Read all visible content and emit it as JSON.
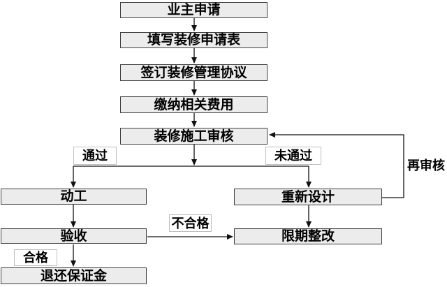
{
  "flowchart": {
    "nodes": {
      "owner_application": "业主申请",
      "fill_form": "填写装修申请表",
      "sign_agreement": "签订装修管理协议",
      "pay_fees": "缴纳相关费用",
      "construction_review": "装修施工审核",
      "start_work": "动工",
      "redesign": "重新设计",
      "acceptance": "验收",
      "rectification": "限期整改",
      "refund_deposit": "退还保证金"
    },
    "edge_labels": {
      "pass": "通过",
      "not_pass": "未通过",
      "re_review": "再审核",
      "unqualified": "不合格",
      "qualified": "合格"
    },
    "colors": {
      "node_fill": "#ececec",
      "node_border": "#3f3f3f",
      "connector": "#111111",
      "label_fill": "#ffffff",
      "label_border": "#bfbfbf",
      "text": "#000000"
    }
  }
}
